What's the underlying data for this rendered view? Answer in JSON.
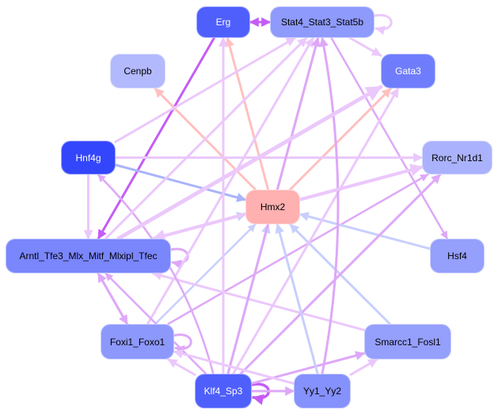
{
  "diagram": {
    "type": "gene-regulatory-network",
    "nodes": [
      {
        "id": "erg",
        "label": "Erg",
        "fill": "#4f5ffc",
        "text": "#ffffff"
      },
      {
        "id": "stat",
        "label": "Stat4_Stat3_Stat5b",
        "fill": "#8e9afc",
        "text": "#000000"
      },
      {
        "id": "cenpb",
        "label": "Cenpb",
        "fill": "#b3b9fd",
        "text": "#000000"
      },
      {
        "id": "gata3",
        "label": "Gata3",
        "fill": "#6f7dfc",
        "text": "#ffffff"
      },
      {
        "id": "hnf4g",
        "label": "Hnf4g",
        "fill": "#3446fb",
        "text": "#ffffff"
      },
      {
        "id": "rorc",
        "label": "Rorc_Nr1d1",
        "fill": "#aab2fd",
        "text": "#000000"
      },
      {
        "id": "hmx2",
        "label": "Hmx2",
        "fill": "#ffb0b0",
        "text": "#000000"
      },
      {
        "id": "arntl",
        "label": "Arntl_Tfe3_Mlx_Mitf_Mlxipl_Tfec",
        "fill": "#7a86fc",
        "text": "#000000"
      },
      {
        "id": "hsf4",
        "label": "Hsf4",
        "fill": "#959ffc",
        "text": "#000000"
      },
      {
        "id": "foxi1",
        "label": "Foxi1_Foxo1",
        "fill": "#8d98fc",
        "text": "#000000"
      },
      {
        "id": "smarcc1",
        "label": "Smarcc1_Fosl1",
        "fill": "#959ffc",
        "text": "#000000"
      },
      {
        "id": "klf4",
        "label": "Klf4_Sp3",
        "fill": "#4f5ffc",
        "text": "#ffffff"
      },
      {
        "id": "yy1",
        "label": "Yy1_Yy2",
        "fill": "#8591fc",
        "text": "#000000"
      }
    ],
    "edge_colors": {
      "strong_purple": "#c55cf5",
      "purple": "#dea8f8",
      "light_purple": "#ebc8fb",
      "pink": "#ffc0c0",
      "blue": "#aab4fa",
      "light_blue": "#c8cffc"
    },
    "edges": [
      {
        "from": "erg",
        "to": "stat",
        "color": "strong_purple",
        "weight": 3
      },
      {
        "from": "stat",
        "to": "erg",
        "color": "strong_purple",
        "weight": 3
      },
      {
        "from": "stat",
        "to": "stat",
        "color": "light_purple",
        "weight": 3,
        "self": true
      },
      {
        "from": "stat",
        "to": "gata3",
        "color": "light_purple",
        "weight": 3
      },
      {
        "from": "stat",
        "to": "hsf4",
        "color": "purple",
        "weight": 2.5
      },
      {
        "from": "erg",
        "to": "arntl",
        "color": "strong_purple",
        "weight": 3
      },
      {
        "from": "hmx2",
        "to": "cenpb",
        "color": "pink",
        "weight": 3
      },
      {
        "from": "hmx2",
        "to": "erg",
        "color": "pink",
        "weight": 3
      },
      {
        "from": "hmx2",
        "to": "stat",
        "color": "pink",
        "weight": 3
      },
      {
        "from": "hmx2",
        "to": "gata3",
        "color": "pink",
        "weight": 3
      },
      {
        "from": "hmx2",
        "to": "rorc",
        "color": "pink",
        "weight": 3
      },
      {
        "from": "hnf4g",
        "to": "hmx2",
        "color": "blue",
        "weight": 3
      },
      {
        "from": "hnf4g",
        "to": "rorc",
        "color": "light_purple",
        "weight": 3
      },
      {
        "from": "hnf4g",
        "to": "arntl",
        "color": "light_purple",
        "weight": 3
      },
      {
        "from": "arntl",
        "to": "hmx2",
        "color": "light_blue",
        "weight": 3
      },
      {
        "from": "arntl",
        "to": "arntl",
        "color": "purple",
        "weight": 3,
        "self": true
      },
      {
        "from": "arntl",
        "to": "foxi1",
        "color": "purple",
        "weight": 3
      },
      {
        "from": "foxi1",
        "to": "arntl",
        "color": "purple",
        "weight": 3
      },
      {
        "from": "foxi1",
        "to": "foxi1",
        "color": "purple",
        "weight": 3,
        "self": true
      },
      {
        "from": "foxi1",
        "to": "hmx2",
        "color": "light_blue",
        "weight": 2.5
      },
      {
        "from": "foxi1",
        "to": "stat",
        "color": "light_purple",
        "weight": 3
      },
      {
        "from": "foxi1",
        "to": "rorc",
        "color": "purple",
        "weight": 2.5
      },
      {
        "from": "hsf4",
        "to": "hmx2",
        "color": "light_blue",
        "weight": 3
      },
      {
        "from": "smarcc1",
        "to": "hmx2",
        "color": "light_blue",
        "weight": 3
      },
      {
        "from": "smarcc1",
        "to": "arntl",
        "color": "light_purple",
        "weight": 3
      },
      {
        "from": "klf4",
        "to": "klf4",
        "color": "strong_purple",
        "weight": 3.5,
        "self": true
      },
      {
        "from": "klf4",
        "to": "yy1",
        "color": "purple",
        "weight": 3
      },
      {
        "from": "klf4",
        "to": "hmx2",
        "color": "light_blue",
        "weight": 3
      },
      {
        "from": "klf4",
        "to": "foxi1",
        "color": "light_purple",
        "weight": 3
      },
      {
        "from": "klf4",
        "to": "arntl",
        "color": "purple",
        "weight": 2.5
      },
      {
        "from": "klf4",
        "to": "hnf4g",
        "color": "purple",
        "weight": 2.5,
        "curve": true
      },
      {
        "from": "klf4",
        "to": "stat",
        "color": "purple",
        "weight": 3
      },
      {
        "from": "klf4",
        "to": "erg",
        "color": "light_purple",
        "weight": 3
      },
      {
        "from": "klf4",
        "to": "gata3",
        "color": "light_purple",
        "weight": 3
      },
      {
        "from": "klf4",
        "to": "rorc",
        "color": "purple",
        "weight": 3
      },
      {
        "from": "klf4",
        "to": "smarcc1",
        "color": "purple",
        "weight": 3
      },
      {
        "from": "yy1",
        "to": "hmx2",
        "color": "light_blue",
        "weight": 3
      },
      {
        "from": "yy1",
        "to": "foxi1",
        "color": "light_purple",
        "weight": 3
      },
      {
        "from": "yy1",
        "to": "smarcc1",
        "color": "light_purple",
        "weight": 3
      },
      {
        "from": "yy1",
        "to": "stat",
        "color": "purple",
        "weight": 3,
        "curve": true
      },
      {
        "from": "arntl",
        "to": "gata3",
        "color": "light_purple",
        "weight": 5
      },
      {
        "from": "arntl",
        "to": "rorc",
        "color": "light_purple",
        "weight": 4
      },
      {
        "from": "arntl",
        "to": "stat",
        "color": "light_purple",
        "weight": 3
      },
      {
        "from": "rorc",
        "to": "arntl",
        "color": "light_purple",
        "weight": 4
      },
      {
        "from": "hnf4g",
        "to": "stat",
        "color": "light_purple",
        "weight": 3
      }
    ]
  }
}
